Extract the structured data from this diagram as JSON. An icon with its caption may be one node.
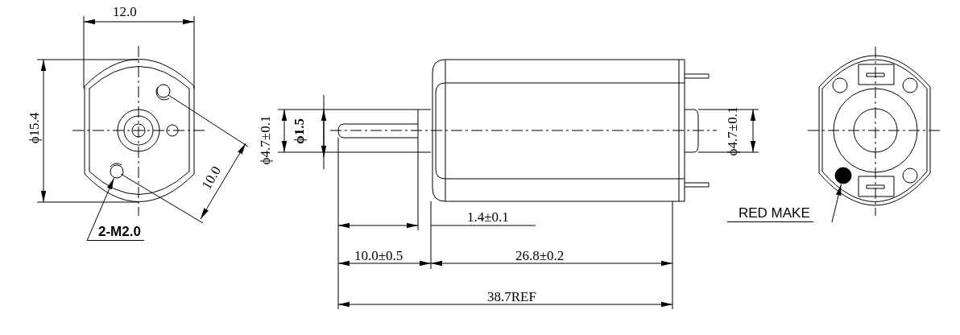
{
  "diagram": {
    "nodes": [
      {
        "text": [
          "2-M2.0"
        ]
      },
      {
        "text": [],
        "shape": "circle"
      },
      {
        "text": [
          "RED MAKE"
        ]
      },
      {
        "text": [],
        "shape": "circle"
      }
    ],
    "edges": [
      {
        "from": 0,
        "to": 1,
        "arrow": "to"
      },
      {
        "from": 2,
        "to": 3,
        "arrow": "to"
      }
    ],
    "labels": [
      "12.0",
      "ϕ15.4",
      "10.0",
      "ϕ4.7±0.1",
      "ϕ1.5",
      "1.4±0.1",
      "10.0±0.5",
      "26.8±0.2",
      "38.7REF",
      "ϕ4.7±0.1"
    ]
  }
}
